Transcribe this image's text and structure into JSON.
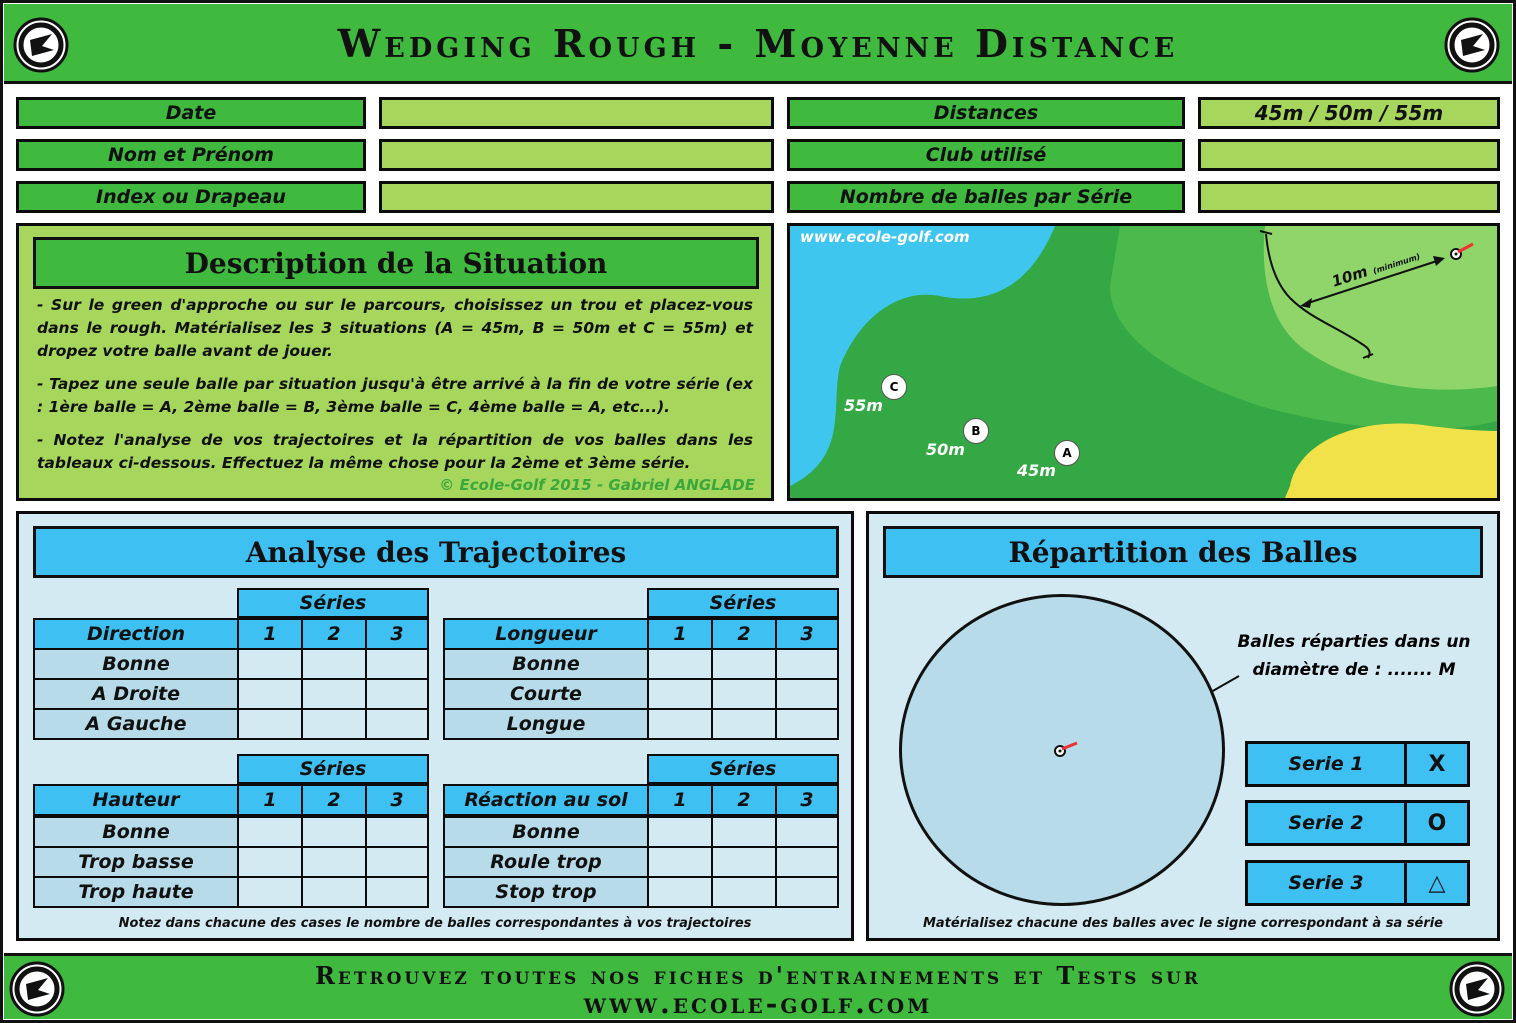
{
  "header": {
    "title": "Wedging Rough - Moyenne Distance"
  },
  "info": {
    "date_label": "Date",
    "name_label": "Nom et Prénom",
    "index_label": "Index ou Drapeau",
    "distances_label": "Distances",
    "distances_value": "45m / 50m / 55m",
    "club_label": "Club utilisé",
    "balls_label": "Nombre de balles par Série"
  },
  "description": {
    "title": "Description de la Situation",
    "p1": "- Sur le green d'approche ou sur le parcours, choisissez un trou et placez-vous dans le rough. Matérialisez les 3 situations (A = 45m, B = 50m et C = 55m) et dropez votre balle avant de jouer.",
    "p2": "- Tapez une seule balle par situation jusqu'à être arrivé à la fin de votre série (ex : 1ère balle = A, 2ème balle = B, 3ème balle = C, 4ème balle = A, etc...).",
    "p3": "- Notez l'analyse de vos trajectoires et la répartition de vos balles dans les tableaux ci-dessous. Effectuez la même chose pour la 2ème et 3ème série.",
    "copyright": "© Ecole-Golf 2015 - Gabriel ANGLADE"
  },
  "map": {
    "url": "www.ecole-golf.com",
    "distance_label": "10m",
    "distance_note": "(minimum)",
    "ball_c": "C",
    "ball_b": "B",
    "ball_a": "A",
    "dist_c": "55m",
    "dist_b": "50m",
    "dist_a": "45m"
  },
  "analysis": {
    "title": "Analyse des Trajectoires",
    "series_label": "Séries",
    "cols": [
      "1",
      "2",
      "3"
    ],
    "direction": {
      "header": "Direction",
      "rows": [
        "Bonne",
        "A Droite",
        "A Gauche"
      ]
    },
    "longueur": {
      "header": "Longueur",
      "rows": [
        "Bonne",
        "Courte",
        "Longue"
      ]
    },
    "hauteur": {
      "header": "Hauteur",
      "rows": [
        "Bonne",
        "Trop basse",
        "Trop haute"
      ]
    },
    "reaction": {
      "header": "Réaction au sol",
      "rows": [
        "Bonne",
        "Roule trop",
        "Stop trop"
      ]
    },
    "note": "Notez dans chacune des cases le nombre de balles correspondantes à vos trajectoires"
  },
  "repartition": {
    "title": "Répartition des Balles",
    "diameter_line1": "Balles réparties dans un",
    "diameter_line2": "diamètre de : ....... M",
    "series": [
      {
        "label": "Serie 1",
        "symbol": "X"
      },
      {
        "label": "Serie 2",
        "symbol": "O"
      },
      {
        "label": "Serie 3",
        "symbol": "△"
      }
    ],
    "note": "Matérialisez chacune des balles avec le signe correspondant à sa série"
  },
  "footer": {
    "line1": "Retrouvez toutes nos fiches d'entrainements et Tests sur",
    "line2": "www.ecole-golf.com"
  },
  "colors": {
    "green": "#3fba3f",
    "lime": "#a7d65d",
    "blue": "#3fc0f2"
  }
}
